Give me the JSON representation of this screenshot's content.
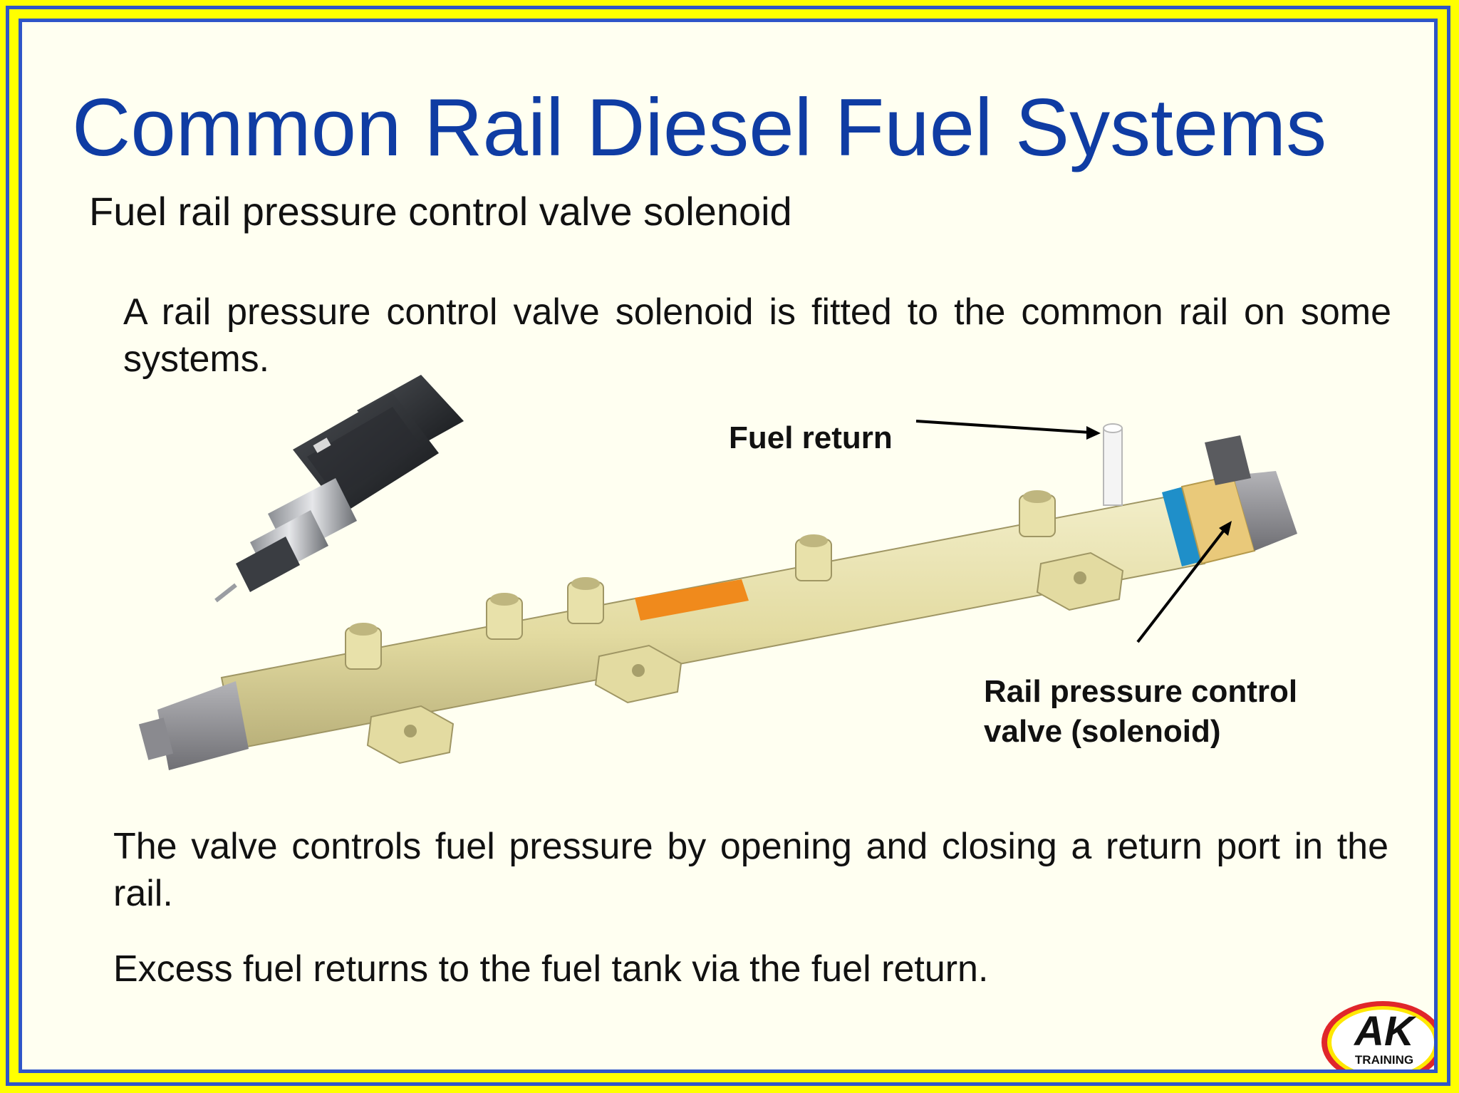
{
  "slide": {
    "title": "Common Rail Diesel Fuel Systems",
    "subtitle": "Fuel rail pressure control valve solenoid",
    "intro_text": "A rail pressure control valve solenoid is fitted to the common rail on some systems.",
    "body_text_1": "The valve controls fuel pressure by opening and closing a return port in the rail.",
    "body_text_2": "Excess fuel returns to the fuel tank via the fuel return."
  },
  "diagram": {
    "label_fuel_return": "Fuel return",
    "label_control_valve": "Rail pressure control valve (solenoid)"
  },
  "logo": {
    "letters": "AK",
    "word": "TRAINING"
  },
  "colors": {
    "frame_yellow": "#ffff00",
    "frame_blue": "#2f55c8",
    "title_blue": "#0f3ca3",
    "rail_body": "#e7e0a8",
    "valve_blue_ring": "#1f8fc9",
    "valve_body": "#e9c97a"
  }
}
